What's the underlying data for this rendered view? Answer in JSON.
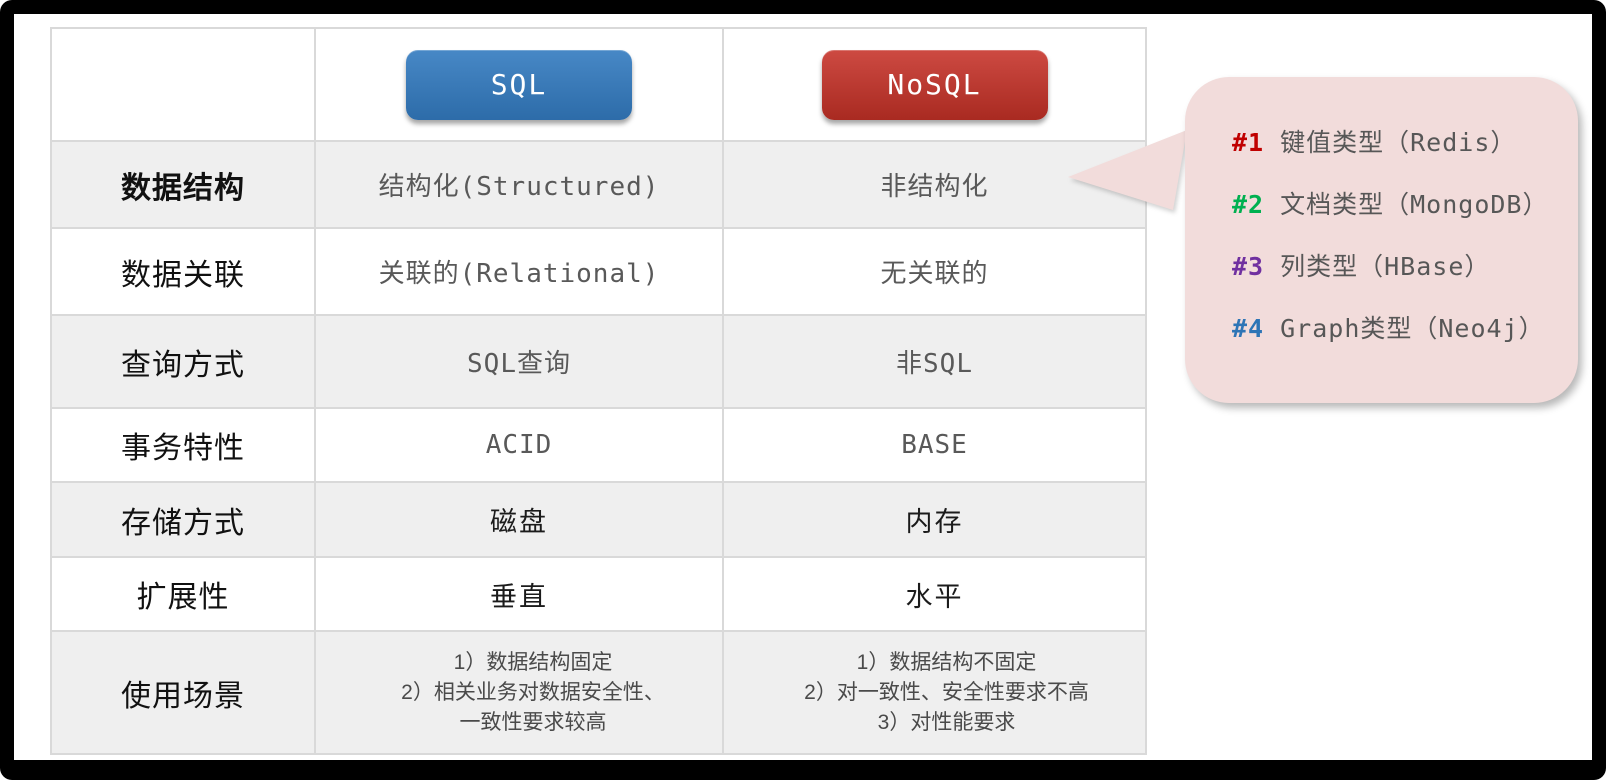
{
  "header": {
    "sql_label": "SQL",
    "nosql_label": "NoSQL"
  },
  "table": {
    "rows": [
      {
        "label": "数据结构",
        "sql": "结构化(Structured)",
        "nosql": "非结构化"
      },
      {
        "label": "数据关联",
        "sql": "关联的(Relational)",
        "nosql": "无关联的"
      },
      {
        "label": "查询方式",
        "sql": "SQL查询",
        "nosql": "非SQL"
      },
      {
        "label": "事务特性",
        "sql": "ACID",
        "nosql": "BASE"
      },
      {
        "label": "存储方式",
        "sql": "磁盘",
        "nosql": "内存"
      },
      {
        "label": "扩展性",
        "sql": "垂直",
        "nosql": "水平"
      },
      {
        "label": "使用场景",
        "sql_lines": [
          "1）数据结构固定",
          "2）相关业务对数据安全性、",
          "一致性要求较高"
        ],
        "nosql_lines": [
          "1）数据结构不固定",
          "2）对一致性、安全性要求不高",
          "3）对性能要求"
        ]
      }
    ]
  },
  "callout": {
    "items": [
      {
        "num": "#1",
        "label": "键值类型（Redis）",
        "color": "#c00000"
      },
      {
        "num": "#2",
        "label": "文档类型（MongoDB）",
        "color": "#00b050"
      },
      {
        "num": "#3",
        "label": "列类型（HBase）",
        "color": "#7030a0"
      },
      {
        "num": "#4",
        "label": "Graph类型（Neo4j）",
        "color": "#2e75b6"
      }
    ]
  },
  "colors": {
    "sql_button": "#2e75b6",
    "nosql_button": "#b5332a",
    "callout_bg": "#f2dcdb",
    "row_stripe": "#efefef",
    "grid_border": "#d9d9d9",
    "value_text": "#595959"
  }
}
